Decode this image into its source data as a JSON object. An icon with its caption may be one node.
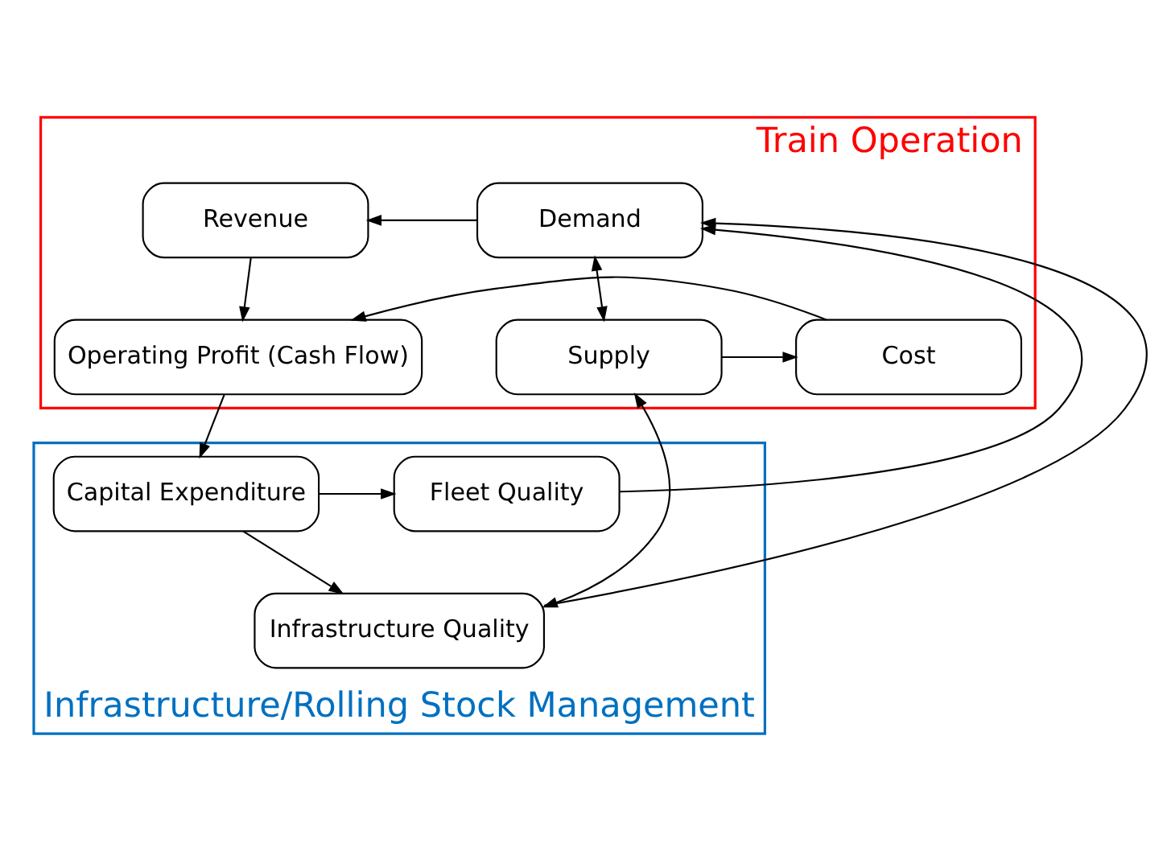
{
  "diagram": {
    "nodes": [
      {
        "text": [
          "Train Operation"
        ]
      },
      {
        "text": [
          "Revenue"
        ],
        "in": 0
      },
      {
        "text": [
          "Demand"
        ],
        "in": 0
      },
      {
        "text": [
          "Operating Profit (Cash Flow)"
        ],
        "in": 0
      },
      {
        "text": [
          "Cost"
        ],
        "in": 0
      },
      {
        "text": [
          "Supply"
        ],
        "in": 0
      },
      {
        "text": [
          "Infrastructure/Rolling Stock Management"
        ]
      },
      {
        "text": [
          "Capital Expenditure"
        ],
        "in": 6
      },
      {
        "text": [
          "Fleet Quality"
        ],
        "in": 6
      },
      {
        "text": [
          "Infrastructure Quality"
        ],
        "in": 6
      }
    ],
    "edges": [
      {
        "from": 2,
        "to": 1,
        "arrow": "to"
      },
      {
        "from": 1,
        "to": 3,
        "arrow": "to"
      },
      {
        "from": 5,
        "to": 4,
        "arrow": "to"
      },
      {
        "from": 4,
        "to": 3,
        "arrow": "to"
      },
      {
        "from": 2,
        "to": 5,
        "arrow": "both"
      },
      {
        "from": 3,
        "to": 7,
        "arrow": "to"
      },
      {
        "from": 7,
        "to": 8,
        "arrow": "to"
      },
      {
        "from": 7,
        "to": 9,
        "arrow": "to"
      },
      {
        "from": 5,
        "to": 9,
        "arrow": "both"
      },
      {
        "from": 8,
        "to": 2,
        "arrow": "to"
      },
      {
        "from": 9,
        "to": 2,
        "arrow": "to"
      }
    ]
  }
}
